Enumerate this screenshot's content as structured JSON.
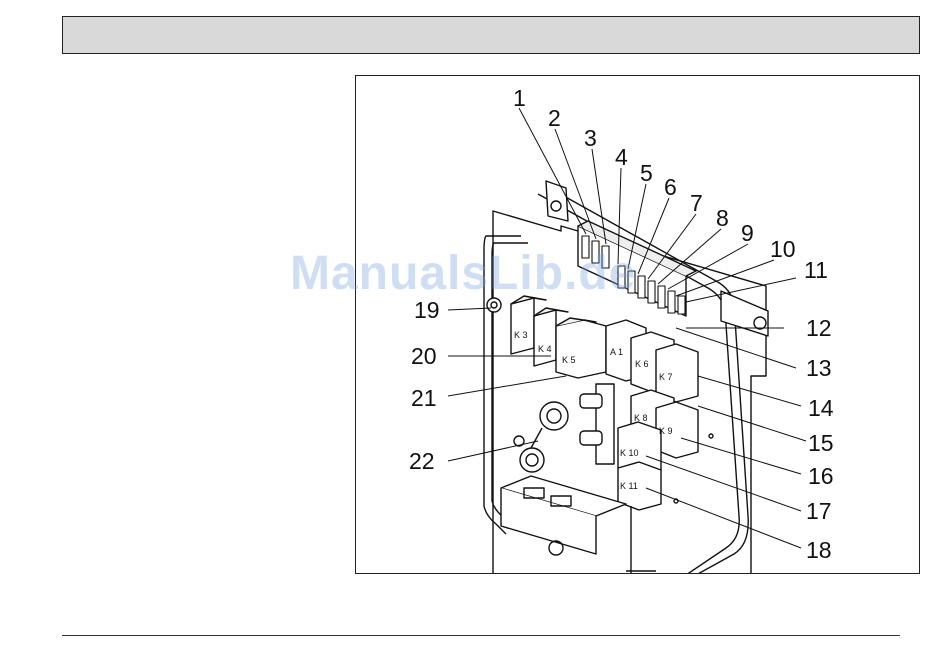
{
  "watermark": "ManualsLib.de",
  "diagram": {
    "callouts": [
      "1",
      "2",
      "3",
      "4",
      "5",
      "6",
      "7",
      "8",
      "9",
      "10",
      "11",
      "12",
      "13",
      "14",
      "15",
      "16",
      "17",
      "18",
      "19",
      "20",
      "21",
      "22"
    ],
    "relays": [
      "K 3",
      "K 4",
      "K 5",
      "A 1",
      "K 6",
      "K 7",
      "K 8",
      "K 9",
      "K 10",
      "K 11"
    ]
  }
}
